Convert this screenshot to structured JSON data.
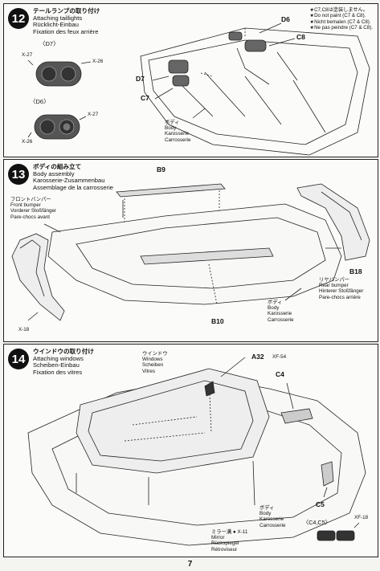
{
  "step12": {
    "num": "12",
    "title_jp": "テールランプの取り付け",
    "title_en": "Attaching taillights",
    "title_de": "Rücklicht-Einbau",
    "title_fr": "Fixation des feux arrière",
    "note": [
      "★C7,C8は塗装しません。",
      "★Do not paint (C7 & C8).",
      "★Nicht bemalen (C7 & C8).",
      "★Ne pas peindre (C7 & C8)."
    ],
    "d7_label": "〈D7〉",
    "d6_label": "〈D6〉",
    "x27_a": "X-27",
    "x26_a": "X-26",
    "x27_b": "X-27",
    "x26_b": "X-26",
    "part_d6": "D6",
    "part_c8": "C8",
    "part_d7": "D7",
    "part_c7": "C7",
    "body_jp": "ボディ",
    "body_en": "Body",
    "body_de": "Karosserie",
    "body_fr": "Carrosserie"
  },
  "step13": {
    "num": "13",
    "title_jp": "ボディの組み立て",
    "title_en": "Body assembly",
    "title_de": "Karosserie-Zusammenbau",
    "title_fr": "Assemblage de la carrosserie",
    "part_b9": "B9",
    "part_b10": "B10",
    "part_b18": "B18",
    "front_jp": "フロントバンパー",
    "front_en": "Front bumper",
    "front_de": "Vorderer Stoßfänger",
    "front_fr": "Pare-chocs avant",
    "rear_jp": "リヤバンパー",
    "rear_en": "Rear bumper",
    "rear_de": "Hinterer Stoßfänger",
    "rear_fr": "Pare-chocs arrière",
    "body_jp": "ボディ",
    "body_en": "Body",
    "body_de": "Karosserie",
    "body_fr": "Carrosserie",
    "x18": "X-18"
  },
  "step14": {
    "num": "14",
    "title_jp": "ウインドウの取り付け",
    "title_en": "Attaching windows",
    "title_de": "Scheiben-Einbau",
    "title_fr": "Fixation des vitres",
    "win_jp": "ウインドウ",
    "win_en": "Windows",
    "win_de": "Scheiben",
    "win_fr": "Vitres",
    "part_a32": "A32",
    "xf54": "XF-54",
    "part_c4": "C4",
    "part_c5": "C5",
    "c4c5": "〈C4,C5〉",
    "xf18": "XF-18",
    "mirror_jp": "ミラー溝",
    "mirror_x11": "X-11",
    "mirror_en": "Mirror",
    "mirror_de": "Rückspiegel",
    "mirror_fr": "Rétroviseur",
    "body_jp": "ボディ",
    "body_en": "Body",
    "body_de": "Karosserie",
    "body_fr": "Carrosserie"
  },
  "page_number": "7"
}
